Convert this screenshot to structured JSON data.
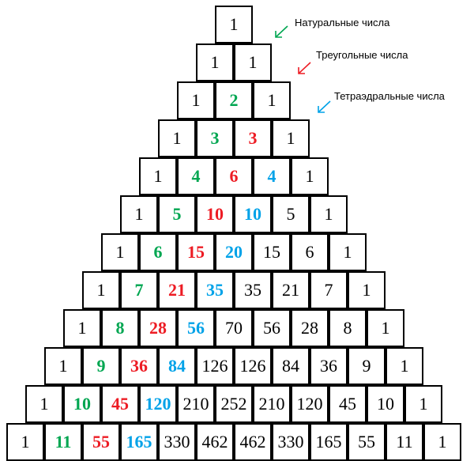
{
  "colors": {
    "natural": "#00a651",
    "triangular": "#ed1c24",
    "tetrahedral": "#00a2e8",
    "default": "#000000"
  },
  "legend": [
    {
      "label": "Натуральные числа",
      "color_key": "natural",
      "icon": "arrow-down-left-icon"
    },
    {
      "label": "Треугольные числа",
      "color_key": "triangular",
      "icon": "arrow-down-left-icon"
    },
    {
      "label": "Тетраэдральные числа",
      "color_key": "tetrahedral",
      "icon": "arrow-down-left-icon"
    }
  ],
  "rows": [
    [
      "1"
    ],
    [
      "1",
      "1"
    ],
    [
      "1",
      "2",
      "1"
    ],
    [
      "1",
      "3",
      "3",
      "1"
    ],
    [
      "1",
      "4",
      "6",
      "4",
      "1"
    ],
    [
      "1",
      "5",
      "10",
      "10",
      "5",
      "1"
    ],
    [
      "1",
      "6",
      "15",
      "20",
      "15",
      "6",
      "1"
    ],
    [
      "1",
      "7",
      "21",
      "35",
      "35",
      "21",
      "7",
      "1"
    ],
    [
      "1",
      "8",
      "28",
      "56",
      "70",
      "56",
      "28",
      "8",
      "1"
    ],
    [
      "1",
      "9",
      "36",
      "84",
      "126",
      "126",
      "84",
      "36",
      "9",
      "1"
    ],
    [
      "1",
      "10",
      "45",
      "120",
      "210",
      "252",
      "210",
      "120",
      "45",
      "10",
      "1"
    ],
    [
      "1",
      "11",
      "55",
      "165",
      "330",
      "462",
      "462",
      "330",
      "165",
      "55",
      "11",
      "1"
    ]
  ],
  "highlight_columns": [
    {
      "col": 1,
      "color_key": "natural"
    },
    {
      "col": 2,
      "color_key": "triangular"
    },
    {
      "col": 3,
      "color_key": "tetrahedral"
    }
  ]
}
